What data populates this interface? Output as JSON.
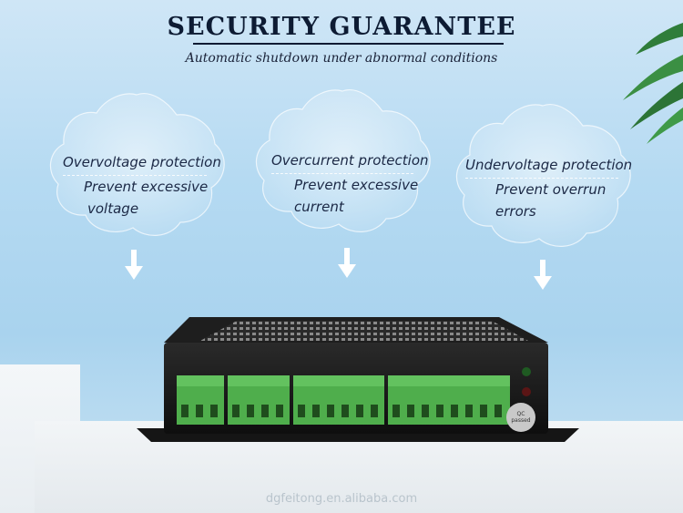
{
  "header": {
    "title": "SECURITY GUARANTEE",
    "subtitle": "Automatic shutdown under abnormal conditions"
  },
  "callouts": [
    {
      "title": "Overvoltage protection",
      "line1": "Prevent excessive",
      "line2": "voltage"
    },
    {
      "title": "Overcurrent protection",
      "line1": "Prevent excessive",
      "line2": "current"
    },
    {
      "title": "Undervoltage protection",
      "line1": "Prevent overrun",
      "line2": "errors"
    }
  ],
  "device": {
    "qc_label_line1": "QC",
    "qc_label_line2": "passed",
    "terminal_groups": [
      3,
      4,
      6,
      8
    ]
  },
  "watermark": "dgfeitong.en.alibaba.com",
  "colors": {
    "title": "#0d1b33",
    "sky": "#b5daf2",
    "terminal_green": "#4fae4c",
    "device_body": "#1a1a1a"
  }
}
